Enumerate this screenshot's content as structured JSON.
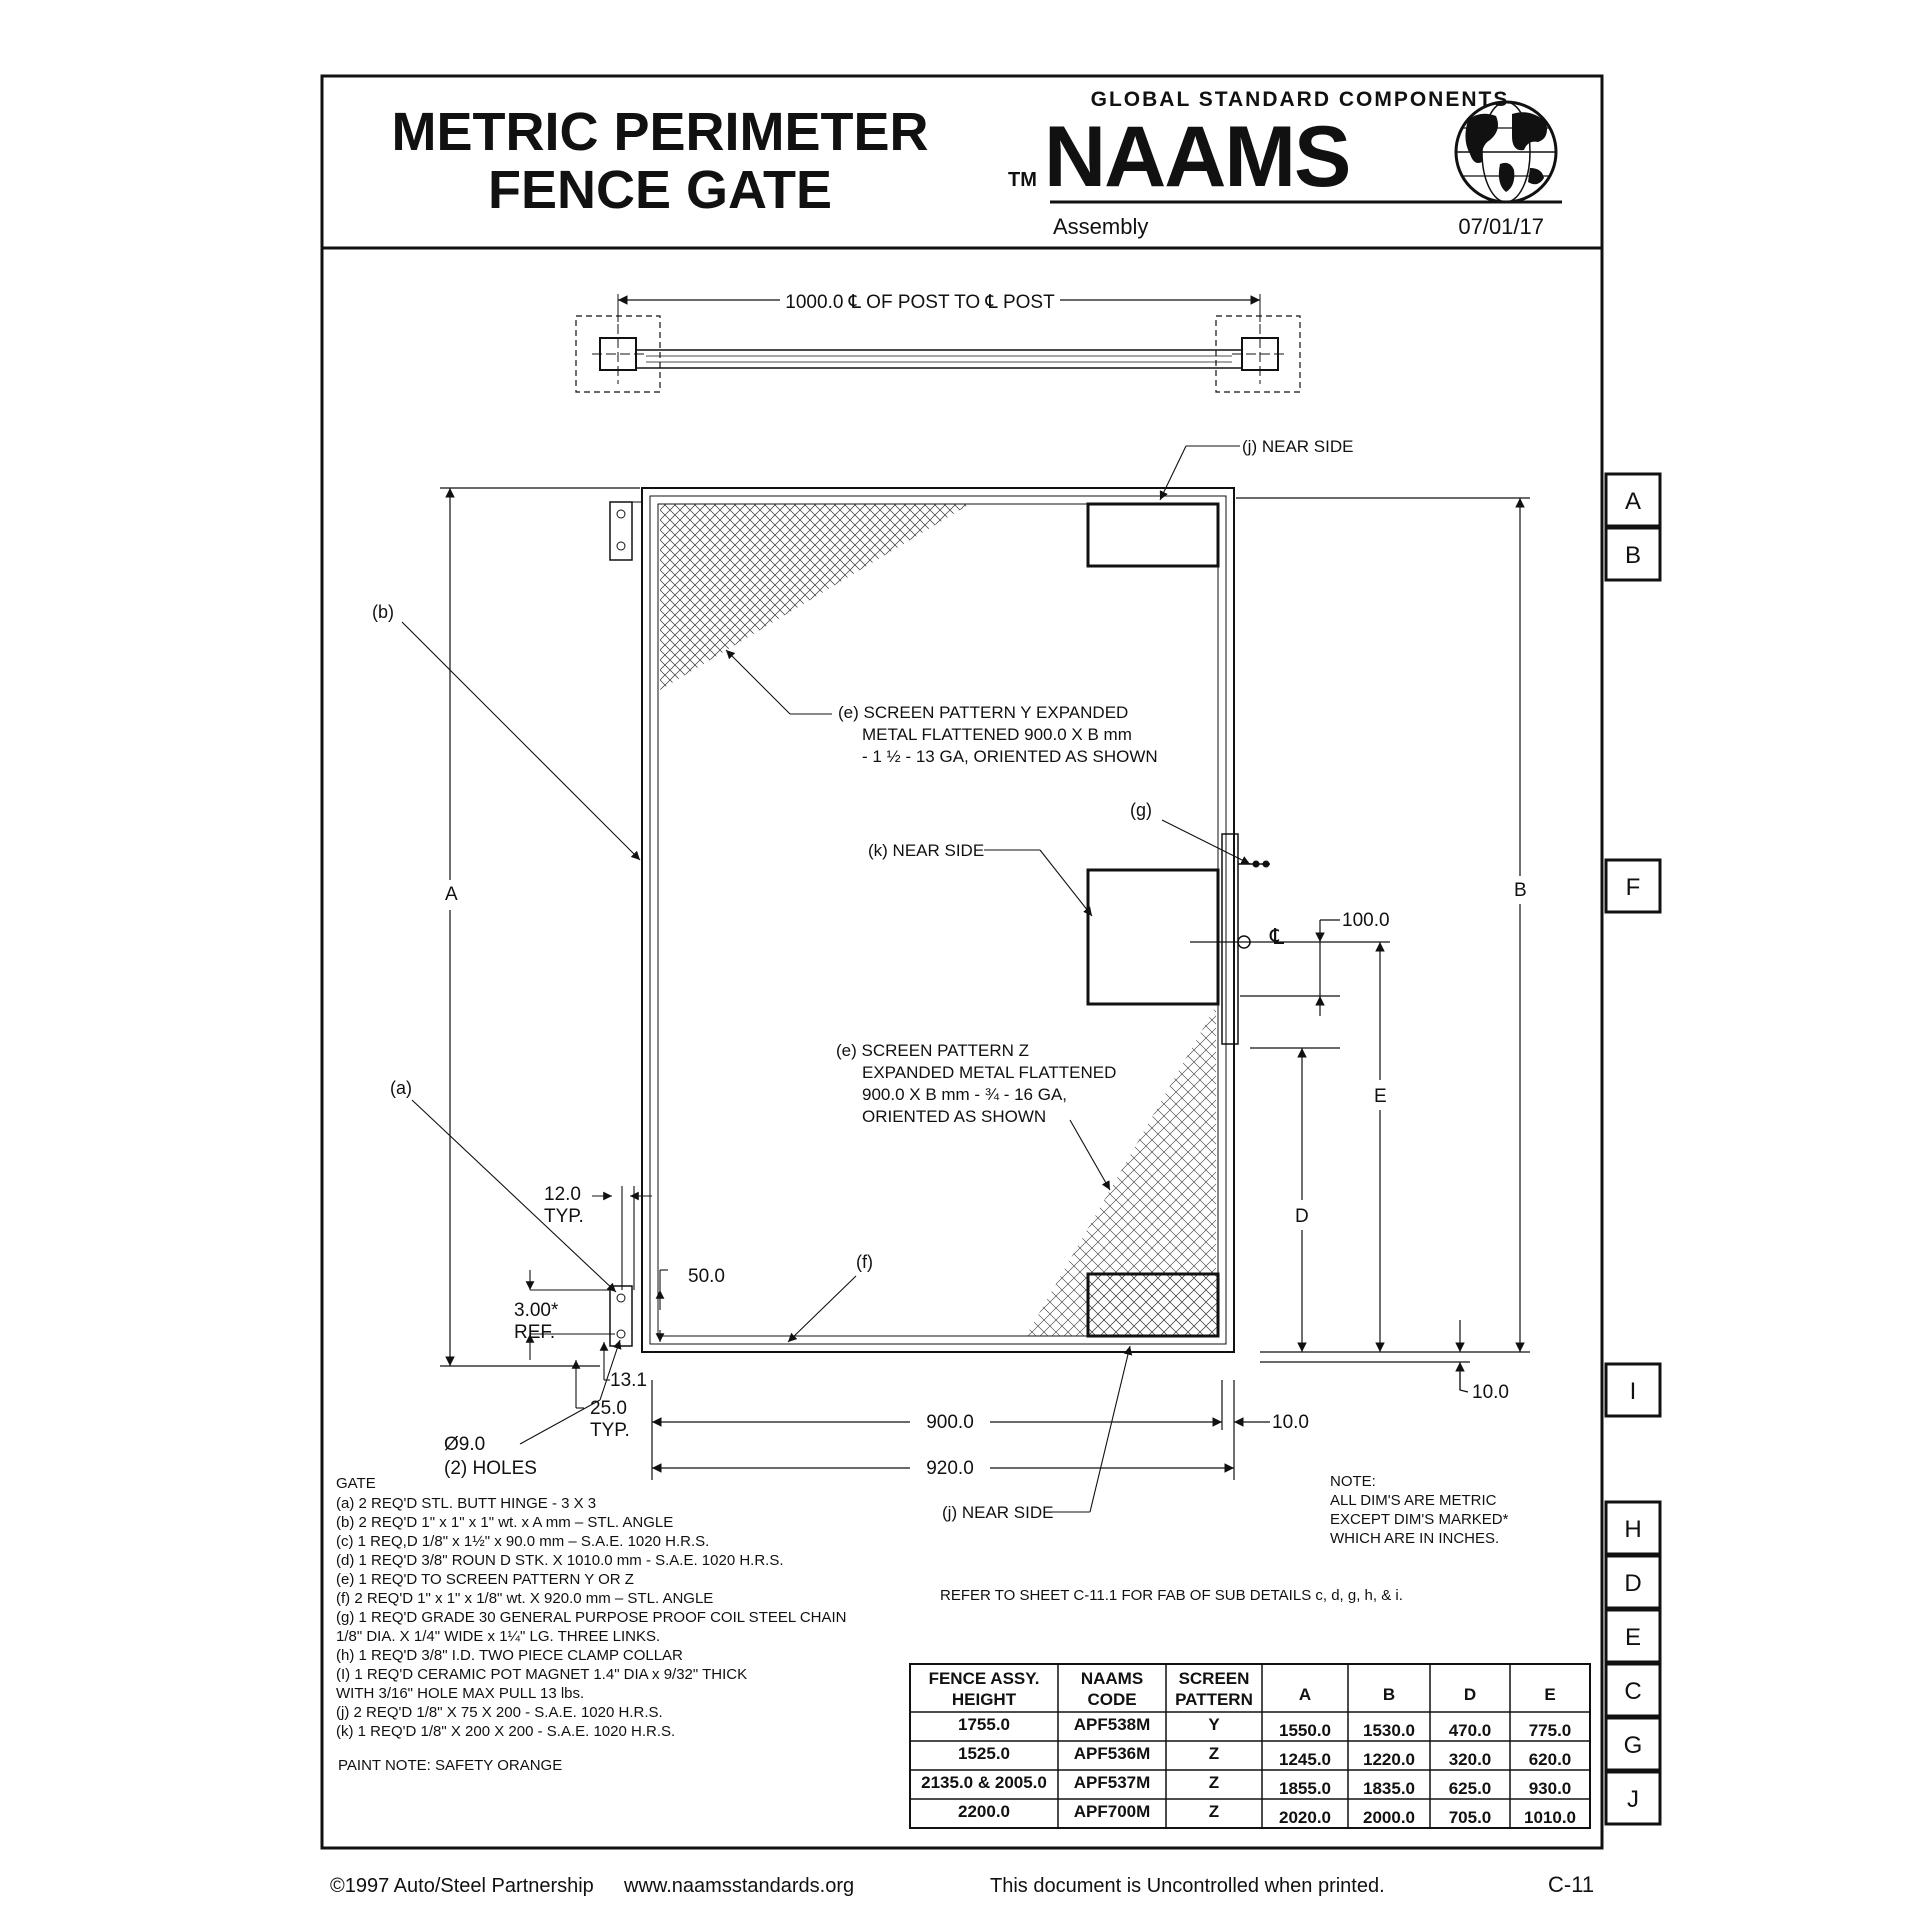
{
  "title": {
    "line1": "METRIC PERIMETER",
    "line2": "FENCE GATE"
  },
  "brand": {
    "tagline": "GLOBAL STANDARD COMPONENTS",
    "tm": "TM",
    "name": "NAAMS",
    "doc_type": "Assembly",
    "date": "07/01/17"
  },
  "side_tabs": [
    "A",
    "B",
    "F",
    "I",
    "H",
    "D",
    "E",
    "C",
    "G",
    "J"
  ],
  "top_view": {
    "dimension": "1000.0 ℄ OF POST TO ℄ POST"
  },
  "callouts": {
    "j_top": "(j) NEAR SIDE",
    "b": "(b)",
    "e_y": [
      "(e) SCREEN PATTERN Y EXPANDED",
      "METAL FLATTENED 900.0 X B mm",
      "- 1 ½ - 13 GA, ORIENTED AS SHOWN"
    ],
    "g": "(g)",
    "k": "(k) NEAR SIDE",
    "cl": "℄",
    "e_z": [
      "(e) SCREEN PATTERN Z",
      "EXPANDED METAL FLATTENED",
      "900.0 X B mm -    ¾ - 16 GA,",
      "ORIENTED AS SHOWN"
    ],
    "a": "(a)",
    "f": "(f)",
    "j_bottom": "(j) NEAR SIDE"
  },
  "dims": {
    "A": "A",
    "B": "B",
    "D": "D",
    "E": "E",
    "d100": "100.0",
    "d12": "12.0",
    "typ1": "TYP.",
    "d50": "50.0",
    "d3": "3.00*",
    "ref": "REF.",
    "d13": "13.1",
    "d25": "25.0",
    "typ2": "TYP.",
    "hole1": "Ø9.0",
    "hole2": "(2) HOLES",
    "d900": "900.0",
    "d920": "920.0",
    "d10a": "10.0",
    "d10b": "10.0"
  },
  "gate_list": {
    "heading": "GATE",
    "items": [
      "(a) 2 REQ'D   STL. BUTT HINGE - 3 X 3",
      "(b) 2 REQ'D   1\" x 1\" x 1\" wt. x A mm – STL. ANGLE",
      "(c) 1 REQ,D   1/8\" x 1½\" x 90.0 mm – S.A.E. 1020 H.R.S.",
      "(d) 1 REQ'D   3/8\" ROUN D STK. X 1010.0 mm - S.A.E. 1020 H.R.S.",
      "(e) 1 REQ'D   TO SCREEN PATTERN Y OR Z",
      "(f)  2 REQ'D   1\" x 1\" x 1/8\" wt. X 920.0 mm – STL. ANGLE",
      "(g) 1 REQ'D   GRADE 30 GENERAL PURPOSE PROOF COIL STEEL CHAIN",
      "      1/8\" DIA. X 1/4\" WIDE x 1¼\" LG.   THREE LINKS.",
      "(h) 1 REQ'D   3/8\"  I.D. TWO PIECE CLAMP COLLAR",
      "(I)  1 REQ'D   CERAMIC POT MAGNET 1.4\" DIA x 9/32\" THICK",
      "      WITH 3/16\" HOLE   MAX PULL 13 lbs.",
      "(j)  2 REQ'D   1/8\" X 75 X 200 - S.A.E. 1020 H.R.S.",
      "(k) 1 REQ'D   1/8\" X 200 X 200 - S.A.E. 1020 H.R.S."
    ],
    "paint_note": "PAINT NOTE: SAFETY ORANGE"
  },
  "note": [
    "NOTE:",
    "ALL DIM'S ARE METRIC",
    "EXCEPT DIM'S MARKED*",
    "WHICH ARE IN INCHES."
  ],
  "refer": "REFER TO SHEET C-11.1 FOR FAB OF SUB DETAILS c, d, g, h, & i.",
  "table": {
    "headers": [
      [
        "FENCE ASSY.",
        "HEIGHT"
      ],
      [
        "NAAMS",
        "CODE"
      ],
      [
        "SCREEN",
        "PATTERN"
      ],
      [
        "A"
      ],
      [
        "B"
      ],
      [
        "D"
      ],
      [
        "E"
      ]
    ],
    "rows": [
      [
        "1755.0",
        "APF538M",
        "Y",
        "1550.0",
        "1530.0",
        "470.0",
        "775.0"
      ],
      [
        "1525.0",
        "APF536M",
        "Z",
        "1245.0",
        "1220.0",
        "320.0",
        "620.0"
      ],
      [
        "2135.0 & 2005.0",
        "APF537M",
        "Z",
        "1855.0",
        "1835.0",
        "625.0",
        "930.0"
      ],
      [
        "2200.0",
        "APF700M",
        "Z",
        "2020.0",
        "2000.0",
        "705.0",
        "1010.0"
      ]
    ]
  },
  "footer": {
    "copyright": "©1997 Auto/Steel Partnership",
    "website": "www.naamsstandards.org",
    "disclaimer": "This document is Uncontrolled when printed.",
    "sheet": "C-11"
  }
}
